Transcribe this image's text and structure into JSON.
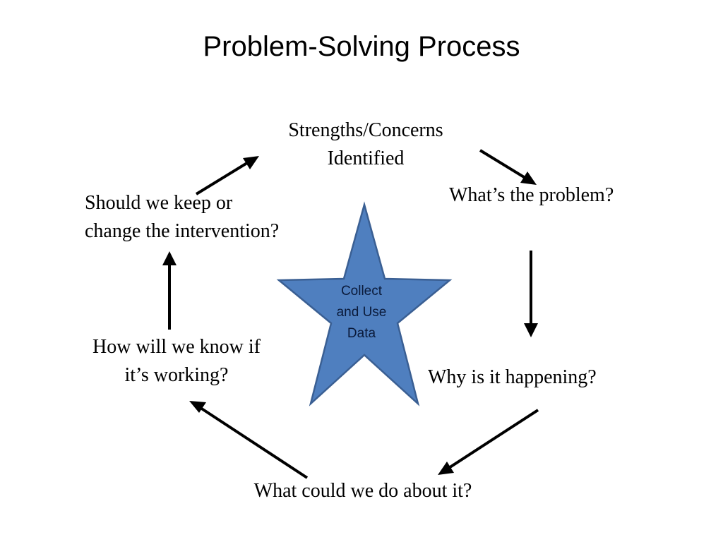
{
  "title": "Problem-Solving Process",
  "center": {
    "lines": [
      "Collect",
      "and Use",
      "Data"
    ],
    "fill_color": "#4f7fbf",
    "stroke_color": "#3a5f93"
  },
  "steps": [
    {
      "lines": [
        "Strengths/Concerns",
        "Identified"
      ]
    },
    {
      "lines": [
        "What’s the problem?"
      ]
    },
    {
      "lines": [
        "Why is it happening?"
      ]
    },
    {
      "lines": [
        "What could we do about it?"
      ]
    },
    {
      "lines": [
        "How will we know if",
        "it’s working?"
      ]
    },
    {
      "lines": [
        "Should we keep or",
        "change the intervention?"
      ]
    }
  ]
}
